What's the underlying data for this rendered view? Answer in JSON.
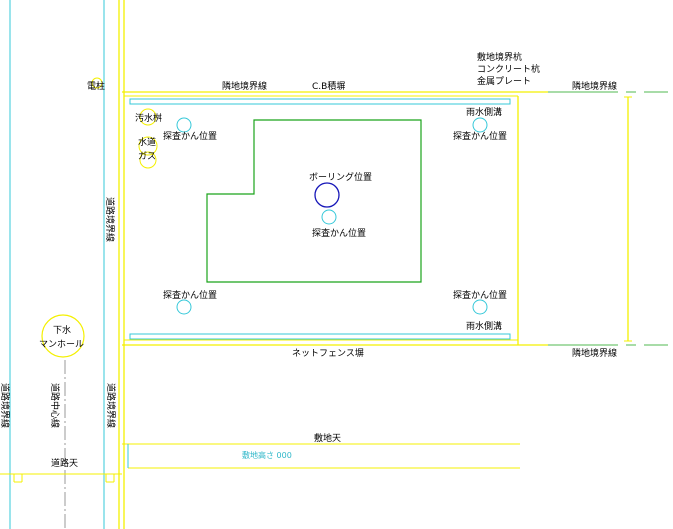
{
  "colors": {
    "yellow": "#f4f000",
    "cyan": "#35c8d9",
    "green": "#1aa31a",
    "blue": "#1616b8",
    "black": "#000000",
    "gray": "#555555"
  },
  "labels": {
    "utility_pole": "電柱",
    "neighbor_line_top": "隣地境界線",
    "cb_wall": "C.B積塀",
    "boundary_stake_1": "敷地境界杭",
    "boundary_stake_2": "コンクリート杭",
    "boundary_stake_3": "金属プレート",
    "neighbor_line_right_top": "隣地境界線",
    "sewage_basin": "汚水桝",
    "water": "水道",
    "gas": "ガス",
    "probe_top_left": "探査かん位置",
    "rain_gutter_top": "雨水側溝",
    "probe_top_right": "探査かん位置",
    "boring": "ボーリング位置",
    "probe_center": "探査かん位置",
    "road_line_vertical": "道路境界線",
    "probe_bottom_left": "探査かん位置",
    "probe_bottom_right": "探査かん位置",
    "rain_gutter_bottom": "雨水側溝",
    "sewer_1": "下水",
    "sewer_2": "マンホール",
    "net_fence": "ネットフェンス塀",
    "neighbor_line_right_bottom": "隣地境界線",
    "road_line_left": "道路境界線",
    "road_center": "道路中心線",
    "road_line_right": "道路境界線",
    "site_top": "敷地天",
    "site_height": "敷地高さ 000",
    "road_top": "道路天"
  }
}
